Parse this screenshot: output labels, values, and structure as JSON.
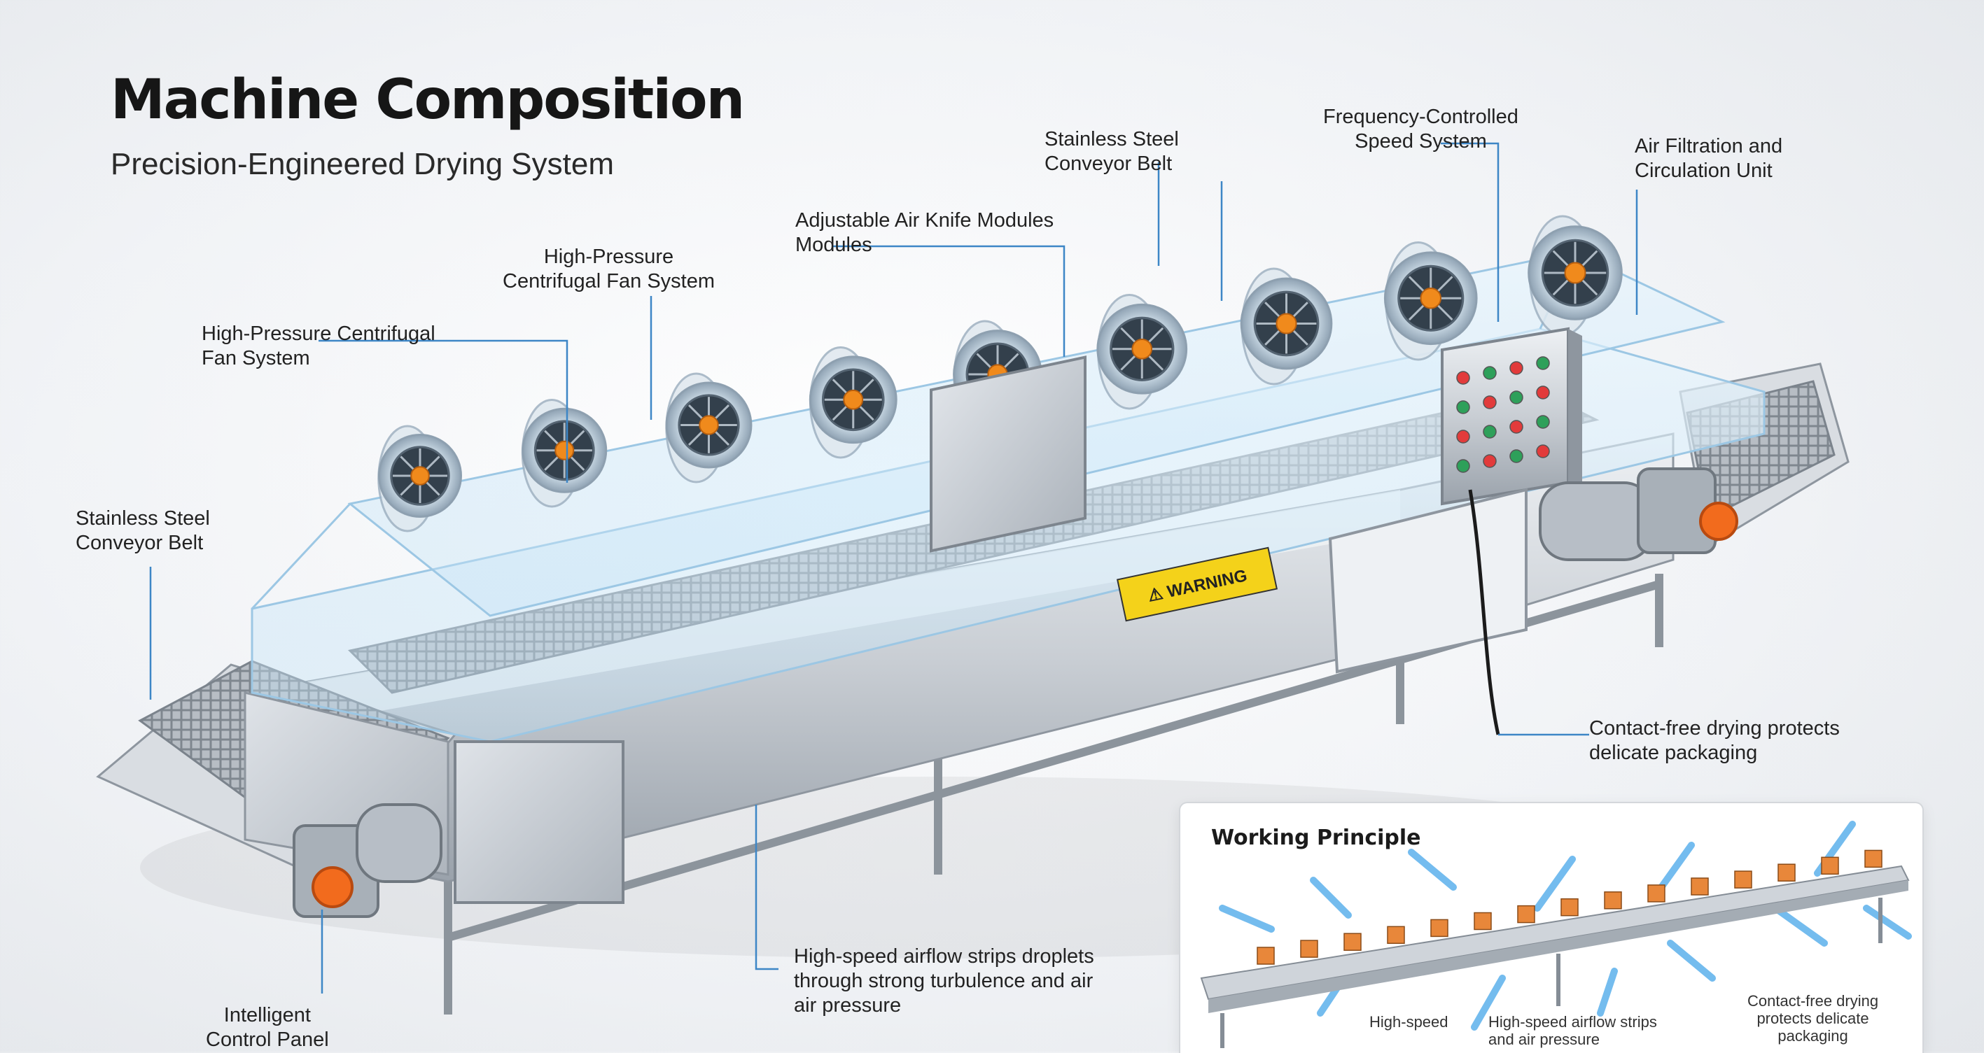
{
  "header": {
    "title": "Machine Composition",
    "subtitle": "Precision-Engineered Drying System"
  },
  "callouts": {
    "conveyor_belt_left": "Stainless Steel\nConveyor Belt",
    "fan_system_left": "High-Pressure Centrifugal\nFan System",
    "fan_system_center": "High-Pressure\nCentrifugal Fan System",
    "air_knife": "Adjustable Air Knife Modules\nModules",
    "conveyor_belt_top": "Stainless Steel\nConveyor Belt",
    "speed_system": "Frequency-Controlled\nSpeed System",
    "air_filtration": "Air Filtration and\nCirculation Unit",
    "contact_free": "Contact-free drying protects\ndelicate packaging",
    "airflow_strips": "High-speed airflow strips droplets\nthrough strong turbulence and air\nair pressure",
    "control_panel": "Intelligent\nControl Panel"
  },
  "machine": {
    "warning_sign": "⚠ WARNING",
    "fan_count": 9,
    "colors": {
      "fan_hub": "#f08a1c",
      "motor_cap": "#f26b1d",
      "leader_line": "#3d86c6",
      "steel": "#c9ced4",
      "glass": "#bfe0f5",
      "warning": "#f4d21a",
      "button_red": "#e23b3b",
      "button_green": "#2ea05a"
    }
  },
  "working_principle": {
    "title": "Working Principle",
    "labels": {
      "high_speed": "High-speed",
      "airflow": "High-speed airflow strips\nand air pressure",
      "contact_free": "Contact-free drying\nprotects delicate\npackaging"
    },
    "colors": {
      "arrow": "#3aa0e8",
      "product": "#e8873a"
    }
  }
}
